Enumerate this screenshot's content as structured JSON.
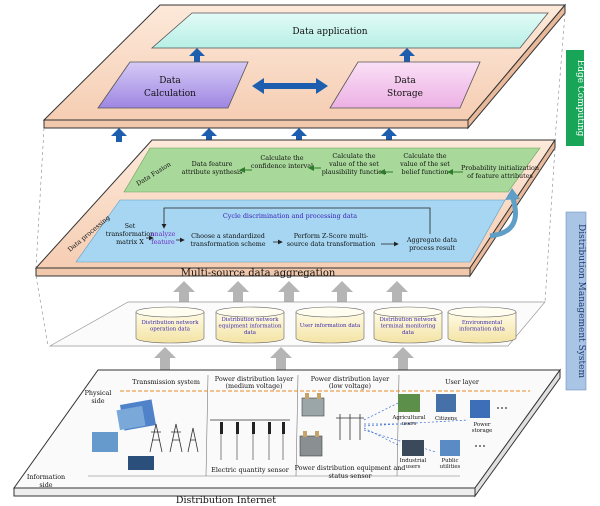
{
  "top_layer": {
    "data_application": "Data application",
    "data_calculation": [
      "Data",
      "Calculation"
    ],
    "data_storage": [
      "Data",
      "Storage"
    ]
  },
  "edge_computing": "Edge Computing",
  "distribution_management_system": "Distribution Management System",
  "fusion_layer": {
    "label": "Data Fusion",
    "steps": [
      [
        "Data feature",
        "attribute synthesis"
      ],
      [
        "Calculate the",
        "confidence interval"
      ],
      [
        "Calculate the",
        "value of the set",
        "plausibility function"
      ],
      [
        "Calculate the",
        "value of the set",
        "belief function"
      ],
      [
        "Probability initialization",
        "of feature attributes"
      ]
    ]
  },
  "processing_layer": {
    "label": "Data processing",
    "cycle_label": "Cycle discrimination and processing data",
    "steps": [
      [
        "Set",
        "transformation",
        "matrix X"
      ],
      [
        "analyze",
        "feature"
      ],
      [
        "Choose a standardized",
        "transformation scheme"
      ],
      [
        "Perform Z-Score multi-",
        "source data transformation"
      ],
      [
        "Aggregate data",
        "process result"
      ]
    ]
  },
  "aggregation_label": "Multi-source data aggregation",
  "databases": [
    [
      "Distribution network",
      "operation data"
    ],
    [
      "Distribution network",
      "equipment information",
      "data"
    ],
    [
      "User information data"
    ],
    [
      "Distribution network",
      "terminal monitoring",
      "data"
    ],
    [
      "Environmental",
      "information data"
    ]
  ],
  "physical_layer": {
    "physical_side": [
      "Physical",
      "side"
    ],
    "information_side": [
      "Information",
      "side"
    ],
    "columns": [
      "Transmission system",
      [
        "Power distribution layer",
        "(medium voltage)"
      ],
      [
        "Power distribution layer",
        "(low voltage)"
      ],
      "User layer"
    ],
    "electric_sensor": "Electric quantity sensor",
    "status_sensor": [
      "Power distribution equipment and",
      "status sensor"
    ],
    "users": [
      [
        "Agricultural",
        "users"
      ],
      [
        "Citizens"
      ],
      [
        "Power",
        "storage"
      ],
      [
        "Industrial",
        "users"
      ],
      [
        "Public",
        "utilities"
      ]
    ]
  },
  "distribution_internet": "Distribution Internet",
  "colors": {
    "layer_peach": "#f8dcc8",
    "cyan_box": "#cdf5ef",
    "purple_box": "#b9a6ec",
    "pink_box": "#f3c8ee",
    "fusion_green": "#a8d89a",
    "processing_blue": "#a6d6f2",
    "db_yellow": "#fbf2c6",
    "edge_green": "#18a558",
    "dms_blue": "#a9c4e4",
    "arrow_blue": "#1d5fae"
  }
}
